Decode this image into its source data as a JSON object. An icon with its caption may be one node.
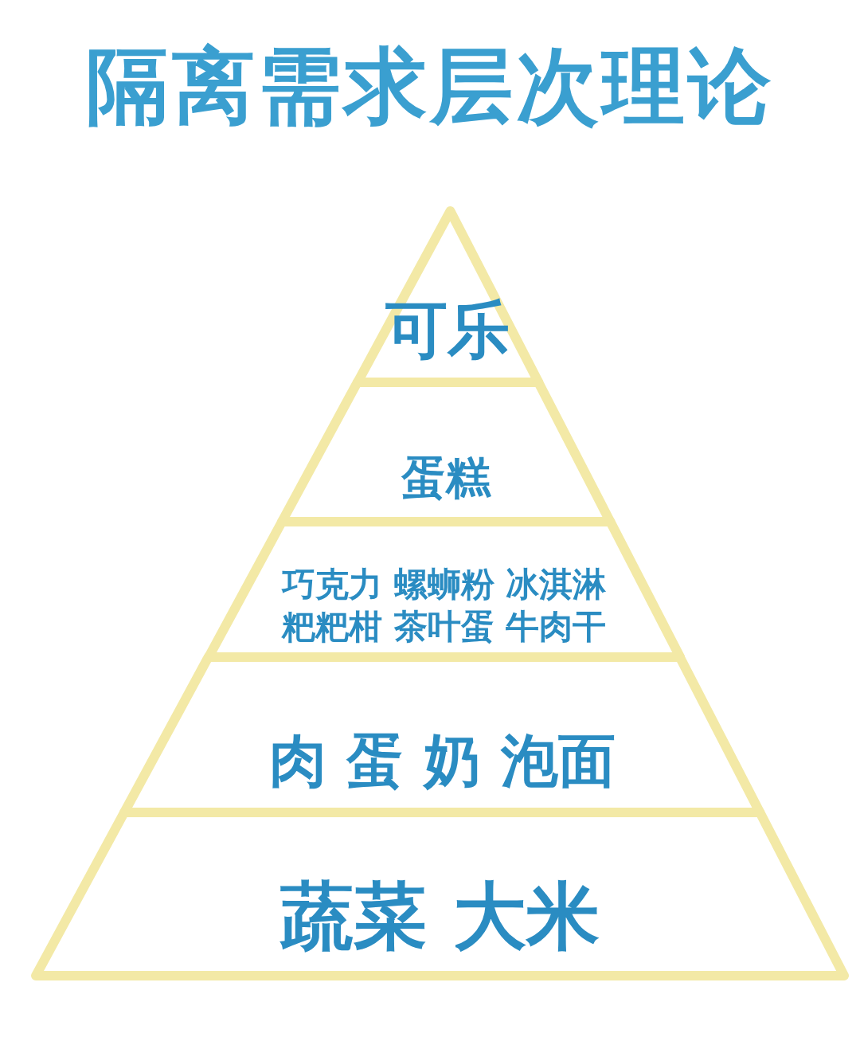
{
  "diagram": {
    "title": "隔离需求层次理论",
    "nodes": [
      {
        "text": [
          "可乐"
        ]
      },
      {
        "text": [
          "蛋糕"
        ]
      },
      {
        "text": [
          "巧克力 螺蛳粉 冰淇淋粑粑柑 茶叶蛋 牛肉干"
        ]
      },
      {
        "text": [
          "肉 蛋 奶 泡面"
        ]
      },
      {
        "text": [
          "蔬菜 大米"
        ]
      }
    ]
  }
}
